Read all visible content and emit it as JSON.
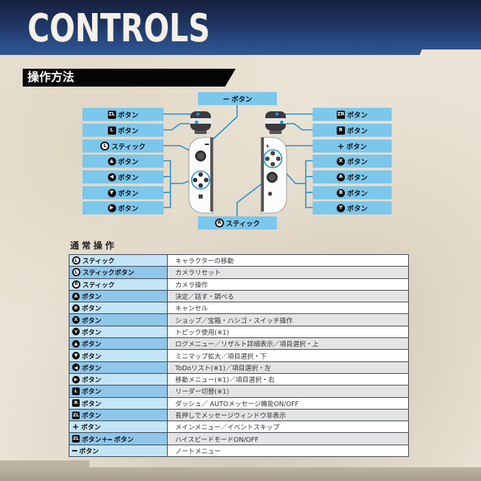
{
  "header": {
    "title": "CONTROLS",
    "section_title": "操作方法"
  },
  "diagram": {
    "top_label": {
      "icon": "−",
      "icon_name": "minus-icon",
      "text": "ボタン"
    },
    "bottom_label": {
      "icon": "R",
      "icon_name": "r-stick-icon",
      "text": "スティック"
    },
    "left_labels": [
      {
        "icon": "ZL",
        "icon_name": "zl-button-icon",
        "shape": "sq",
        "text": "ボタン"
      },
      {
        "icon": "L",
        "icon_name": "l-button-icon",
        "shape": "sq",
        "text": "ボタン"
      },
      {
        "icon": "L",
        "icon_name": "l-stick-icon",
        "shape": "stick",
        "text": "スティック"
      },
      {
        "icon": "▲",
        "icon_name": "up-button-icon",
        "shape": "circle",
        "text": "ボタン"
      },
      {
        "icon": "◀",
        "icon_name": "left-button-icon",
        "shape": "circle",
        "text": "ボタン"
      },
      {
        "icon": "▼",
        "icon_name": "down-button-icon",
        "shape": "circle",
        "text": "ボタン"
      },
      {
        "icon": "▶",
        "icon_name": "right-button-icon",
        "shape": "circle",
        "text": "ボタン"
      }
    ],
    "right_labels": [
      {
        "icon": "ZR",
        "icon_name": "zr-button-icon",
        "shape": "sq",
        "text": "ボタン"
      },
      {
        "icon": "R",
        "icon_name": "r-button-icon",
        "shape": "sq",
        "text": "ボタン"
      },
      {
        "icon": "+",
        "icon_name": "plus-icon",
        "shape": "plain",
        "text": "ボタン"
      },
      {
        "icon": "X",
        "icon_name": "x-button-icon",
        "shape": "circle",
        "text": "ボタン"
      },
      {
        "icon": "A",
        "icon_name": "a-button-icon",
        "shape": "circle",
        "text": "ボタン"
      },
      {
        "icon": "B",
        "icon_name": "b-button-icon",
        "shape": "circle",
        "text": "ボタン"
      },
      {
        "icon": "Y",
        "icon_name": "y-button-icon",
        "shape": "circle",
        "text": "ボタン"
      }
    ]
  },
  "table": {
    "title": "通常操作",
    "rows": [
      {
        "icon": "L",
        "shape": "stick",
        "key": "スティック",
        "action": "キャラクターの移動"
      },
      {
        "icon": "L",
        "shape": "stick",
        "key": "スティックボタン",
        "action": "カメラリセット"
      },
      {
        "icon": "R",
        "shape": "stick",
        "key": "スティック",
        "action": "カメラ操作"
      },
      {
        "icon": "A",
        "shape": "circle",
        "key": "ボタン",
        "action": "決定／話す・調べる"
      },
      {
        "icon": "B",
        "shape": "circle",
        "key": "ボタン",
        "action": "キャンセル"
      },
      {
        "icon": "X",
        "shape": "circle",
        "key": "ボタン",
        "action": "ショップ／宝箱・ハシゴ・スイッチ操作"
      },
      {
        "icon": "Y",
        "shape": "circle",
        "key": "ボタン",
        "action": "トピック使用(※1)"
      },
      {
        "icon": "▲",
        "shape": "circle",
        "key": "ボタン",
        "action": "ログメニュー／リザルト詳細表示／項目選択・上"
      },
      {
        "icon": "▼",
        "shape": "circle",
        "key": "ボタン",
        "action": "ミニマップ拡大／項目選択・下"
      },
      {
        "icon": "◀",
        "shape": "circle",
        "key": "ボタン",
        "action": "ToDoリスト(※1)／項目選択・左"
      },
      {
        "icon": "▶",
        "shape": "circle",
        "key": "ボタン",
        "action": "移動メニュー(※1)／項目選択・右"
      },
      {
        "icon": "L",
        "shape": "sq",
        "key": "ボタン",
        "action": "リーダー切替(※1)"
      },
      {
        "icon": "R",
        "shape": "sq",
        "key": "ボタン",
        "action": "ダッシュ／ AUTOメッセージ機能ON/OFF"
      },
      {
        "icon": "ZL",
        "shape": "sq",
        "key": "ボタン",
        "action": "長押しでメッセージウィンドウ非表示"
      },
      {
        "icon": "+",
        "shape": "plain",
        "key": "ボタン",
        "action": "メインメニュー／イベントスキップ"
      },
      {
        "icon": "ZL",
        "shape": "sq",
        "key": "ボタン＋━ ボタン",
        "action": "ハイスピードモードON/OFF"
      },
      {
        "icon": "━",
        "shape": "plain",
        "key": "ボタン",
        "action": "ノートメニュー"
      }
    ]
  },
  "colors": {
    "header_dark": "#17213d",
    "header_blue": "#2b4f8a",
    "label_blue": "#7cc7ec",
    "connector_blue": "#1a8fd0",
    "table_key_light": "#c4e5f7",
    "table_key_dark": "#8fc6ea",
    "table_val_alt": "#e4e4e4"
  }
}
